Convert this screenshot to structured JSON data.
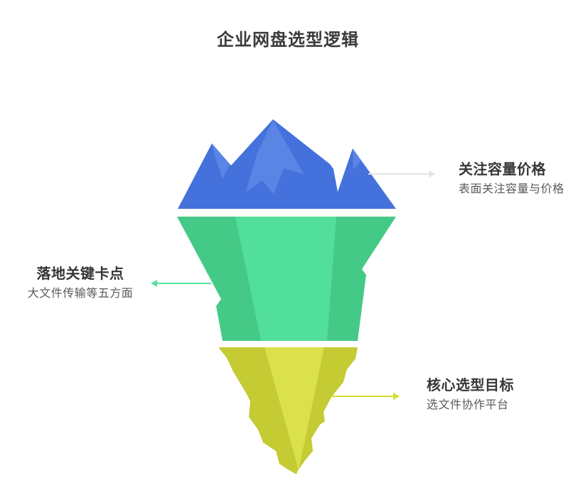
{
  "title": "企业网盘选型逻辑",
  "diagram": {
    "type": "iceberg",
    "layers": [
      {
        "id": "surface",
        "label": "关注容量价格",
        "desc": "表面关注容量与价格",
        "label_side": "right"
      },
      {
        "id": "middle",
        "label": "落地关键卡点",
        "desc": "大文件传输等五方面",
        "label_side": "left"
      },
      {
        "id": "core",
        "label": "核心选型目标",
        "desc": "选文件协作平台",
        "label_side": "right"
      }
    ]
  },
  "colors": {
    "blue_main": "#4471DB",
    "blue_light": "#5B85E5",
    "green_main": "#45C987",
    "green_light": "#52DE9B",
    "yellow_main": "#C4CB33",
    "yellow_light": "#DAE14A",
    "arrow_gray": "#E4E4E4",
    "arrow_green": "#57E09F",
    "arrow_yellow": "#D5DD2F",
    "title_text": "#3A3A3A",
    "desc_text": "#595959",
    "background": "#FFFFFF"
  }
}
